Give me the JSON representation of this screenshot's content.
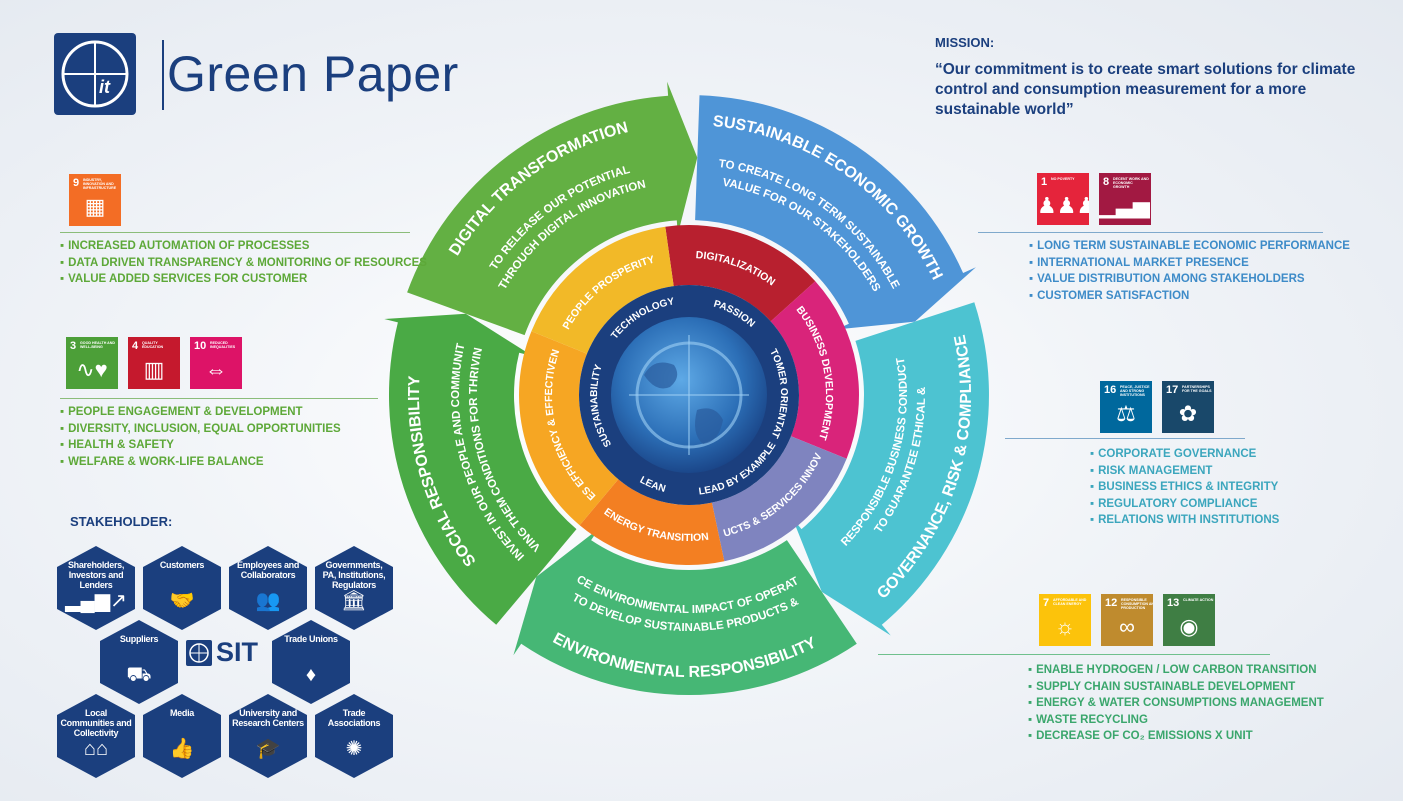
{
  "header": {
    "title": "Green Paper",
    "logo_alt": "SIT logo"
  },
  "mission": {
    "heading": "MISSION:",
    "text": "“Our commitment is to create smart solutions for climate control and consumption measurement for a more sustainable world”"
  },
  "colors": {
    "navy": "#1b3f7e",
    "green": "#63b043",
    "blue": "#4f95d7",
    "teal": "#4dc3d1",
    "emerald": "#46b775",
    "social_green": "#4aaa45"
  },
  "wheel": {
    "segments": [
      {
        "title": "DIGITAL TRANSFORMATION",
        "subtitle_1": "TO RELEASE OUR POTENTIAL",
        "subtitle_2": "THROUGH DIGITAL INNOVATION"
      },
      {
        "title": "SUSTAINABLE ECONOMIC GROWTH",
        "subtitle_1": "TO CREATE LONG TERM SUSTAINABLE",
        "subtitle_2": "VALUE FOR OUR STAKEHOLDERS"
      },
      {
        "title": "GOVERNANCE, RISK & COMPLIANCE",
        "subtitle_1": "TO GUARANTEE ETHICAL &",
        "subtitle_2": "RESPONSIBLE BUSINESS CONDUCT"
      },
      {
        "title": "ENVIRONMENTAL RESPONSIBILITY",
        "subtitle_1": "TO DEVELOP  SUSTAINABLE PRODUCTS &",
        "subtitle_2": "REDUCE  ENVIRONMENTAL IMPACT OF OPERATIONS"
      },
      {
        "title": "SOCIAL RESPONSIBILITY",
        "subtitle_1": "TO INVEST IN OUR PEOPLE AND COMMUNITY,",
        "subtitle_2": "GIVING THEM CONDITIONS FOR THRIVING"
      }
    ],
    "inner_ring": [
      "DIGITALIZATION",
      "BUSINESS DEVELOPMENT",
      "PRODUCTS & SERVICES INNOVATION",
      "ENERGY TRANSITION",
      "PROCESSES EFFICIENCY & EFFECTIVENESS LEAN",
      "PEOPLE PROSPERITY"
    ],
    "core_ring": [
      "PASSION",
      "CUSTOMER ORIENTATION",
      "LEAD BY EXAMPLE",
      "LEAN",
      "SUSTAINABILITY",
      "TECHNOLOGY"
    ]
  },
  "sections": {
    "digital": {
      "sdgs": [
        {
          "num": "9",
          "name": "INDUSTRY, INNOVATION AND INFRASTRUCTURE",
          "color": "#f36d25",
          "icon": "cubes-icon",
          "glyph": "▦"
        }
      ],
      "items": [
        "INCREASED AUTOMATION OF PROCESSES",
        "DATA DRIVEN TRANSPARENCY & MONITORING OF RESOURCES",
        "VALUE ADDED SERVICES FOR CUSTOMER"
      ]
    },
    "social": {
      "sdgs": [
        {
          "num": "3",
          "name": "GOOD HEALTH AND WELL-BEING",
          "color": "#4c9f38",
          "icon": "heartbeat-icon",
          "glyph": "∿♥"
        },
        {
          "num": "4",
          "name": "QUALITY EDUCATION",
          "color": "#c5192d",
          "icon": "book-icon",
          "glyph": "▥"
        },
        {
          "num": "10",
          "name": "REDUCED INEQUALITIES",
          "color": "#dd1367",
          "icon": "equality-icon",
          "glyph": "⇔"
        }
      ],
      "items": [
        "PEOPLE ENGAGEMENT & DEVELOPMENT",
        "DIVERSITY, INCLUSION, EQUAL OPPORTUNITIES",
        "HEALTH & SAFETY",
        "WELFARE & WORK-LIFE BALANCE"
      ]
    },
    "economic": {
      "sdgs": [
        {
          "num": "1",
          "name": "NO POVERTY",
          "color": "#e5243b",
          "icon": "family-icon",
          "glyph": "♟♟♟♟"
        },
        {
          "num": "8",
          "name": "DECENT WORK AND ECONOMIC GROWTH",
          "color": "#a21942",
          "icon": "growth-chart-icon",
          "glyph": "▁▃▅↗"
        }
      ],
      "items": [
        "LONG TERM SUSTAINABLE ECONOMIC PERFORMANCE",
        "INTERNATIONAL MARKET PRESENCE",
        "VALUE DISTRIBUTION AMONG STAKEHOLDERS",
        "CUSTOMER SATISFACTION"
      ]
    },
    "governance": {
      "sdgs": [
        {
          "num": "16",
          "name": "PEACE, JUSTICE AND STRONG INSTITUTIONS",
          "color": "#00689d",
          "icon": "dove-icon",
          "glyph": "⚖"
        },
        {
          "num": "17",
          "name": "PARTNERSHIPS FOR THE GOALS",
          "color": "#19486a",
          "icon": "flower-icon",
          "glyph": "✿"
        }
      ],
      "items": [
        "CORPORATE GOVERNANCE",
        "RISK MANAGEMENT",
        "BUSINESS ETHICS & INTEGRITY",
        "REGULATORY COMPLIANCE",
        "RELATIONS WITH INSTITUTIONS"
      ]
    },
    "environmental": {
      "sdgs": [
        {
          "num": "7",
          "name": "AFFORDABLE AND CLEAN ENERGY",
          "color": "#fcc30b",
          "icon": "sun-icon",
          "glyph": "☼"
        },
        {
          "num": "12",
          "name": "RESPONSIBLE CONSUMPTION AND PRODUCTION",
          "color": "#bf8b2e",
          "icon": "infinity-icon",
          "glyph": "∞"
        },
        {
          "num": "13",
          "name": "CLIMATE ACTION",
          "color": "#3f7e44",
          "icon": "eye-globe-icon",
          "glyph": "◉"
        }
      ],
      "items": [
        "ENABLE HYDROGEN / LOW CARBON TRANSITION",
        "SUPPLY CHAIN SUSTAINABLE DEVELOPMENT",
        "ENERGY & WATER CONSUMPTIONS MANAGEMENT",
        "WASTE RECYCLING",
        "DECREASE OF CO₂ EMISSIONS X UNIT"
      ]
    }
  },
  "stakeholders": {
    "heading": "STAKEHOLDER:",
    "center": "SIT",
    "items": [
      {
        "label": "Shareholders, Investors and Lenders",
        "icon": "chart-icon",
        "glyph": "▂▄▆↗"
      },
      {
        "label": "Customers",
        "icon": "handshake-icon",
        "glyph": "🤝"
      },
      {
        "label": "Employees and Collaborators",
        "icon": "people-icon",
        "glyph": "👥"
      },
      {
        "label": "Governments, PA, Institutions, Regulators",
        "icon": "building-icon",
        "glyph": "🏛"
      },
      {
        "label": "Suppliers",
        "icon": "trolley-icon",
        "glyph": "⛟"
      },
      {
        "label": "Trade Unions",
        "icon": "tie-icon",
        "glyph": "♦"
      },
      {
        "label": "Local Communities and Collectivity",
        "icon": "houses-icon",
        "glyph": "⌂⌂"
      },
      {
        "label": "Media",
        "icon": "thumbs-up-icon",
        "glyph": "👍"
      },
      {
        "label": "University and Research Centers",
        "icon": "graduation-cap-icon",
        "glyph": "🎓"
      },
      {
        "label": "Trade Associations",
        "icon": "network-icon",
        "glyph": "✺"
      }
    ]
  }
}
